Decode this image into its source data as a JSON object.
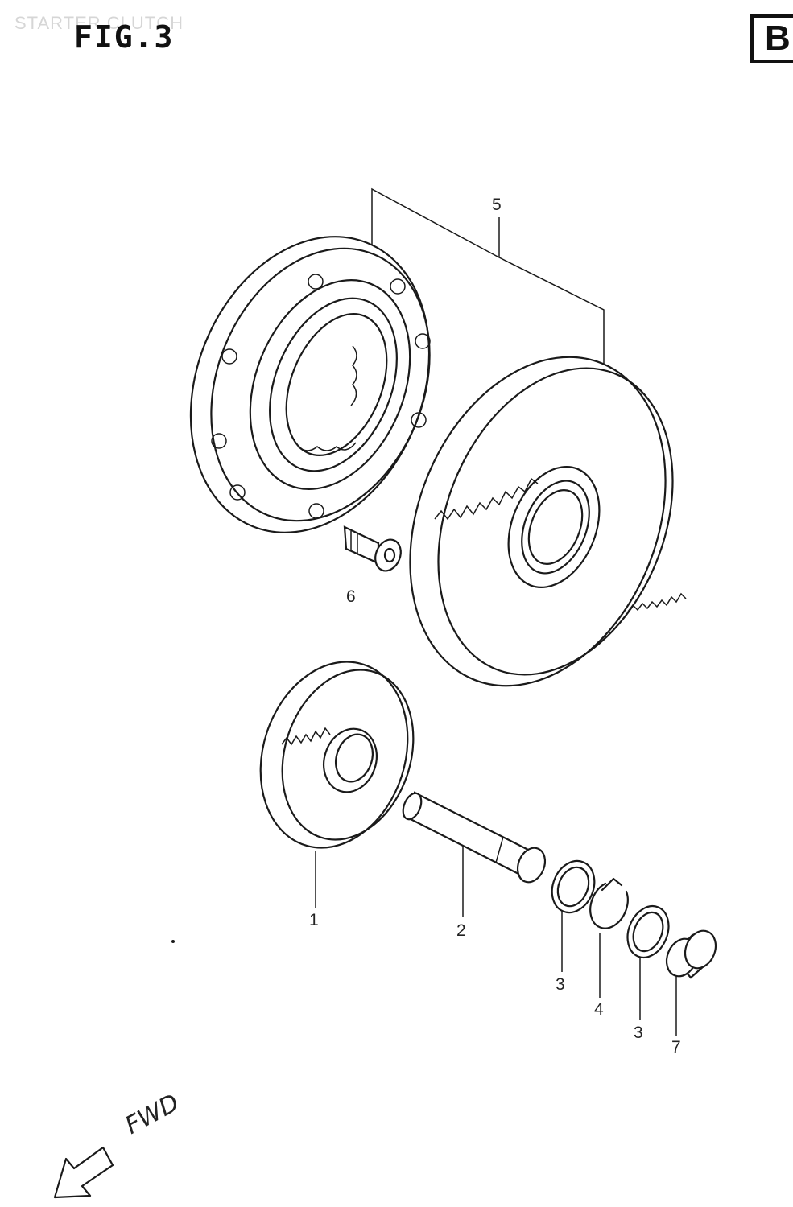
{
  "header": {
    "fig_label": "FIG.3",
    "caption": "STARTER CLUTCH",
    "section_badge": "B"
  },
  "callouts": [
    {
      "id": "c1",
      "text": "1"
    },
    {
      "id": "c2",
      "text": "2"
    },
    {
      "id": "c3a",
      "text": "3"
    },
    {
      "id": "c4",
      "text": "4"
    },
    {
      "id": "c3b",
      "text": "3"
    },
    {
      "id": "c5",
      "text": "5"
    },
    {
      "id": "c6",
      "text": "6"
    },
    {
      "id": "c7",
      "text": "7"
    }
  ],
  "direction": {
    "label": "FWD",
    "icon": "arrow-left-outline-icon"
  },
  "colors": {
    "ink": "#1a1a1a",
    "paper": "#ffffff",
    "caption_ghost": "#d6d6d6"
  }
}
